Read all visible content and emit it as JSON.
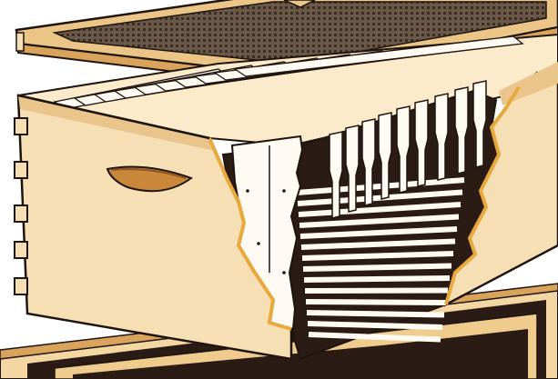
{
  "diagram": {
    "subject": "beehive-super-cutaway",
    "parts": [
      {
        "id": "bottom-board",
        "name": "bottom-board"
      },
      {
        "id": "queen-excluder",
        "name": "queen-excluder-screen"
      },
      {
        "id": "hive-body",
        "name": "hive-body-box"
      },
      {
        "id": "frames",
        "name": "frames"
      },
      {
        "id": "hand-hold",
        "name": "hand-hold"
      },
      {
        "id": "foundation",
        "name": "foundation-sheets"
      }
    ],
    "colors": {
      "wood_light": "#F6DFB4",
      "wood_mid": "#E8BE74",
      "wood_dark": "#C9873A",
      "outline": "#1E1410",
      "frame_white": "#FFFBF2",
      "shadow": "#2A1B14",
      "mesh": "#5B4A3C"
    }
  }
}
